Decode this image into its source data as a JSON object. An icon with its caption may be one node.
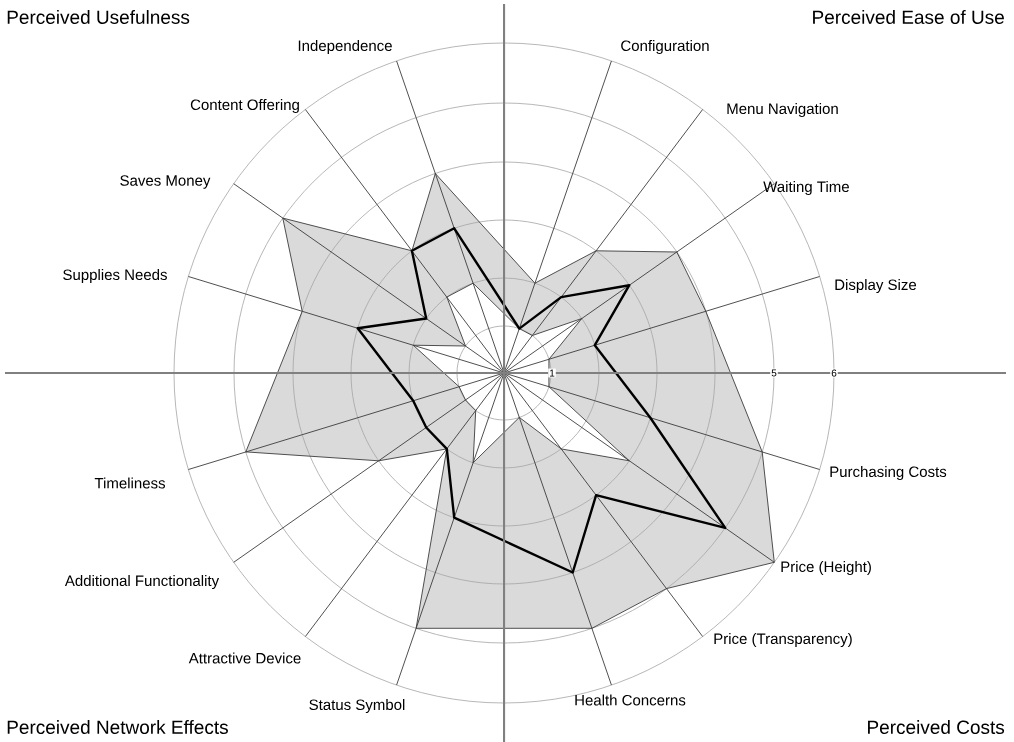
{
  "diagram": {
    "labels": [
      "Perceived Usefulness",
      "Perceived Ease of Use",
      "Independence",
      "Configuration",
      "Content Offering",
      "Menu Navigation",
      "Saves Money",
      "Waiting Time",
      "Supplies Needs",
      "Display Size",
      "1",
      "5",
      "6",
      "Timeliness",
      "Purchasing Costs",
      "Price (Height)",
      "Additional Functionality",
      "Price (Transparency)",
      "Attractive Device",
      "Status Symbol",
      "Health Concerns",
      "Perceived Network Effects",
      "Perceived Costs"
    ]
  }
}
